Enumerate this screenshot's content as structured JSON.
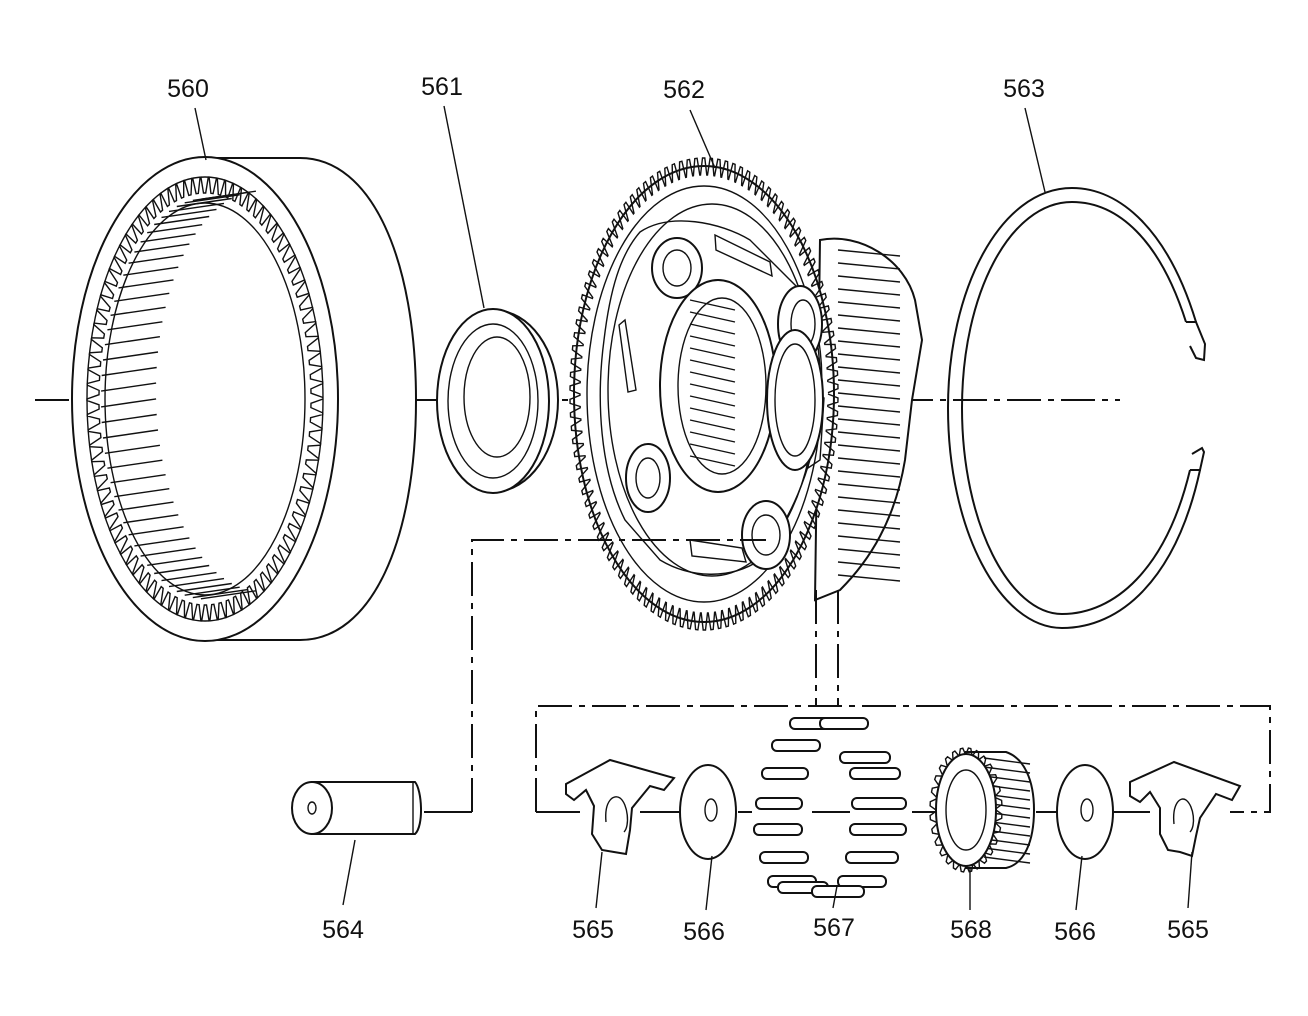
{
  "callouts": {
    "c560": "560",
    "c561": "561",
    "c562": "562",
    "c563": "563",
    "c564": "564",
    "c565a": "565",
    "c566a": "566",
    "c567": "567",
    "c568": "568",
    "c566b": "566",
    "c565b": "565"
  }
}
